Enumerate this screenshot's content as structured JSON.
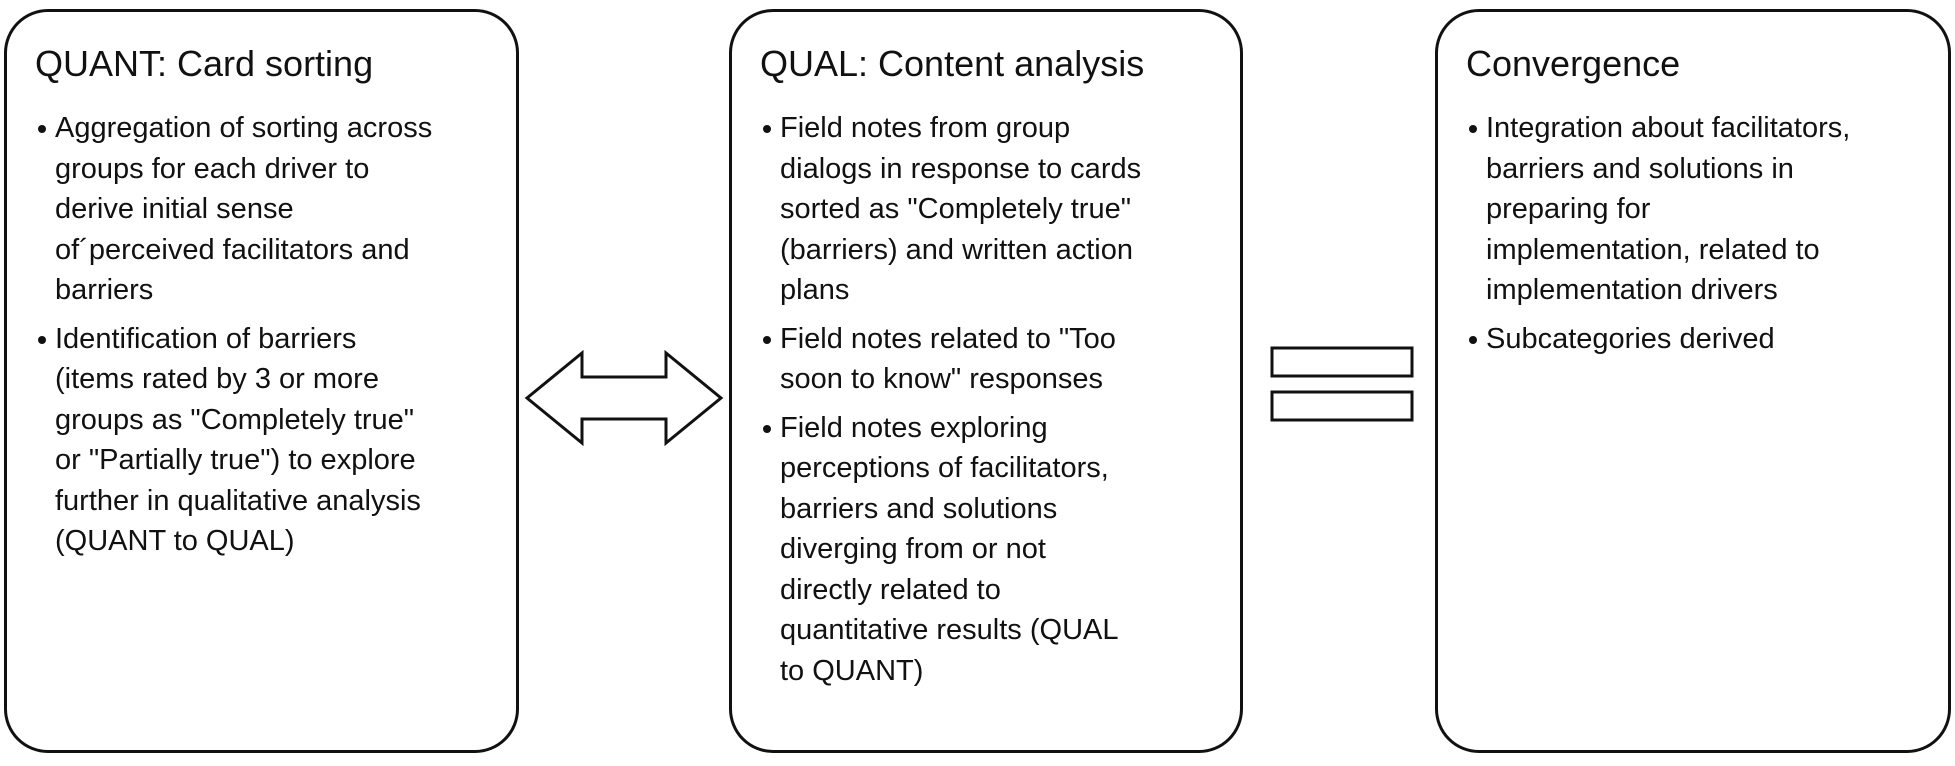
{
  "boxes": {
    "quant": {
      "title": "QUANT: Card sorting",
      "bullets": [
        "Aggregation of sorting across\ngroups for each driver to\nderive initial sense\nof´perceived facilitators and\nbarriers",
        "Identification of barriers\n(items rated by 3 or more\ngroups as \"Completely true\"\nor \"Partially true\") to explore\nfurther in qualitative analysis\n(QUANT to QUAL)"
      ]
    },
    "qual": {
      "title": "QUAL: Content analysis",
      "bullets": [
        "Field notes from group\ndialogs in response to cards\nsorted as \"Completely true\"\n(barriers) and written action\nplans",
        "Field notes related to \"Too\nsoon to know\" responses",
        "Field notes exploring\nperceptions of facilitators,\nbarriers and solutions\ndiverging from or not\ndirectly related to\nquantitative  results (QUAL\nto QUANT)"
      ]
    },
    "convergence": {
      "title": "Convergence",
      "bullets": [
        "Integration about facilitators,\nbarriers and solutions in\npreparing for\nimplementation, related to\nimplementation drivers",
        "Subcategories derived"
      ]
    }
  },
  "connectors": {
    "between_quant_qual": "double-arrow-icon",
    "between_qual_convergence": "equals-icon"
  }
}
